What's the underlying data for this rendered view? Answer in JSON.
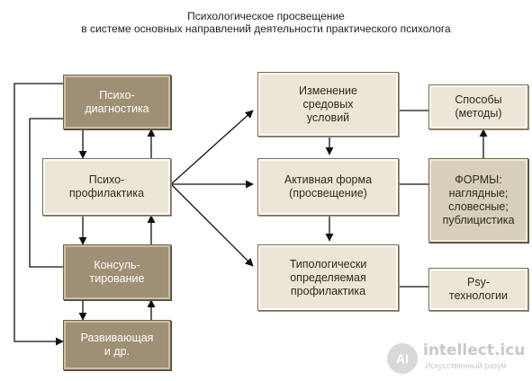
{
  "title": {
    "line1": "Психологическое просвещение",
    "line2": "в системе основных направлений деятельности практического психолога"
  },
  "boxes": {
    "psychodiagnostics": "Психо-\nдиагностика",
    "psychoprophylaxis": "Психо-\nпрофилактика",
    "consulting": "Консуль-\nтирование",
    "developing": "Развивающая\nи др.",
    "environment_change": "Изменение\nсредовых\nусловий",
    "active_form": "Активная форма\n(просвещение)",
    "typological": "Типологически\nопределяемая\nпрофилактика",
    "methods": "Способы\n(методы)",
    "forms": "ФОРМЫ:\nнаглядные;\nсловесные;\nпублицистика",
    "psy_tech": "Psy-\nтехнологии"
  },
  "watermark": {
    "logo": "AI",
    "name": "intellect.icu",
    "subtitle": "Искусственный разум"
  },
  "colors": {
    "dark_box": "#9e8f75",
    "light_box": "#ece6d6",
    "mid_box": "#d8cfbb",
    "line": "#111111"
  }
}
